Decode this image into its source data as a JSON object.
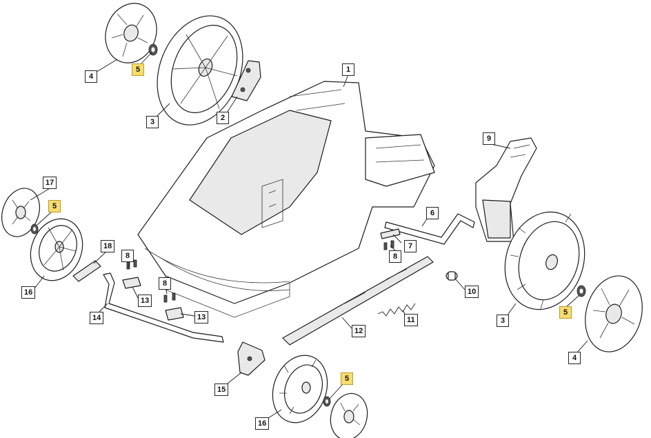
{
  "colors": {
    "label_border": "#222222",
    "highlight": "#f7dc6f",
    "line": "#1a1a1a"
  },
  "labels": [
    {
      "id": "L1",
      "text": "1",
      "hl": false
    },
    {
      "id": "L2",
      "text": "2",
      "hl": false
    },
    {
      "id": "L3a",
      "text": "3",
      "hl": false
    },
    {
      "id": "L3b",
      "text": "3",
      "hl": false
    },
    {
      "id": "L4a",
      "text": "4",
      "hl": false
    },
    {
      "id": "L4b",
      "text": "4",
      "hl": false
    },
    {
      "id": "L5a",
      "text": "5",
      "hl": true
    },
    {
      "id": "L5b",
      "text": "5",
      "hl": true
    },
    {
      "id": "L5c",
      "text": "5",
      "hl": true
    },
    {
      "id": "L5d",
      "text": "5",
      "hl": true
    },
    {
      "id": "L6",
      "text": "6",
      "hl": false
    },
    {
      "id": "L7",
      "text": "7",
      "hl": false
    },
    {
      "id": "L8a",
      "text": "8",
      "hl": false
    },
    {
      "id": "L8b",
      "text": "8",
      "hl": false
    },
    {
      "id": "L8c",
      "text": "8",
      "hl": false
    },
    {
      "id": "L9",
      "text": "9",
      "hl": false
    },
    {
      "id": "L10",
      "text": "10",
      "hl": false
    },
    {
      "id": "L11",
      "text": "11",
      "hl": false
    },
    {
      "id": "L12",
      "text": "12",
      "hl": false
    },
    {
      "id": "L13a",
      "text": "13",
      "hl": false
    },
    {
      "id": "L13b",
      "text": "13",
      "hl": false
    },
    {
      "id": "L14",
      "text": "14",
      "hl": false
    },
    {
      "id": "L15",
      "text": "15",
      "hl": false
    },
    {
      "id": "L16a",
      "text": "16",
      "hl": false
    },
    {
      "id": "L16b",
      "text": "16",
      "hl": false
    },
    {
      "id": "L17",
      "text": "17",
      "hl": false
    },
    {
      "id": "L18",
      "text": "18",
      "hl": false
    }
  ]
}
